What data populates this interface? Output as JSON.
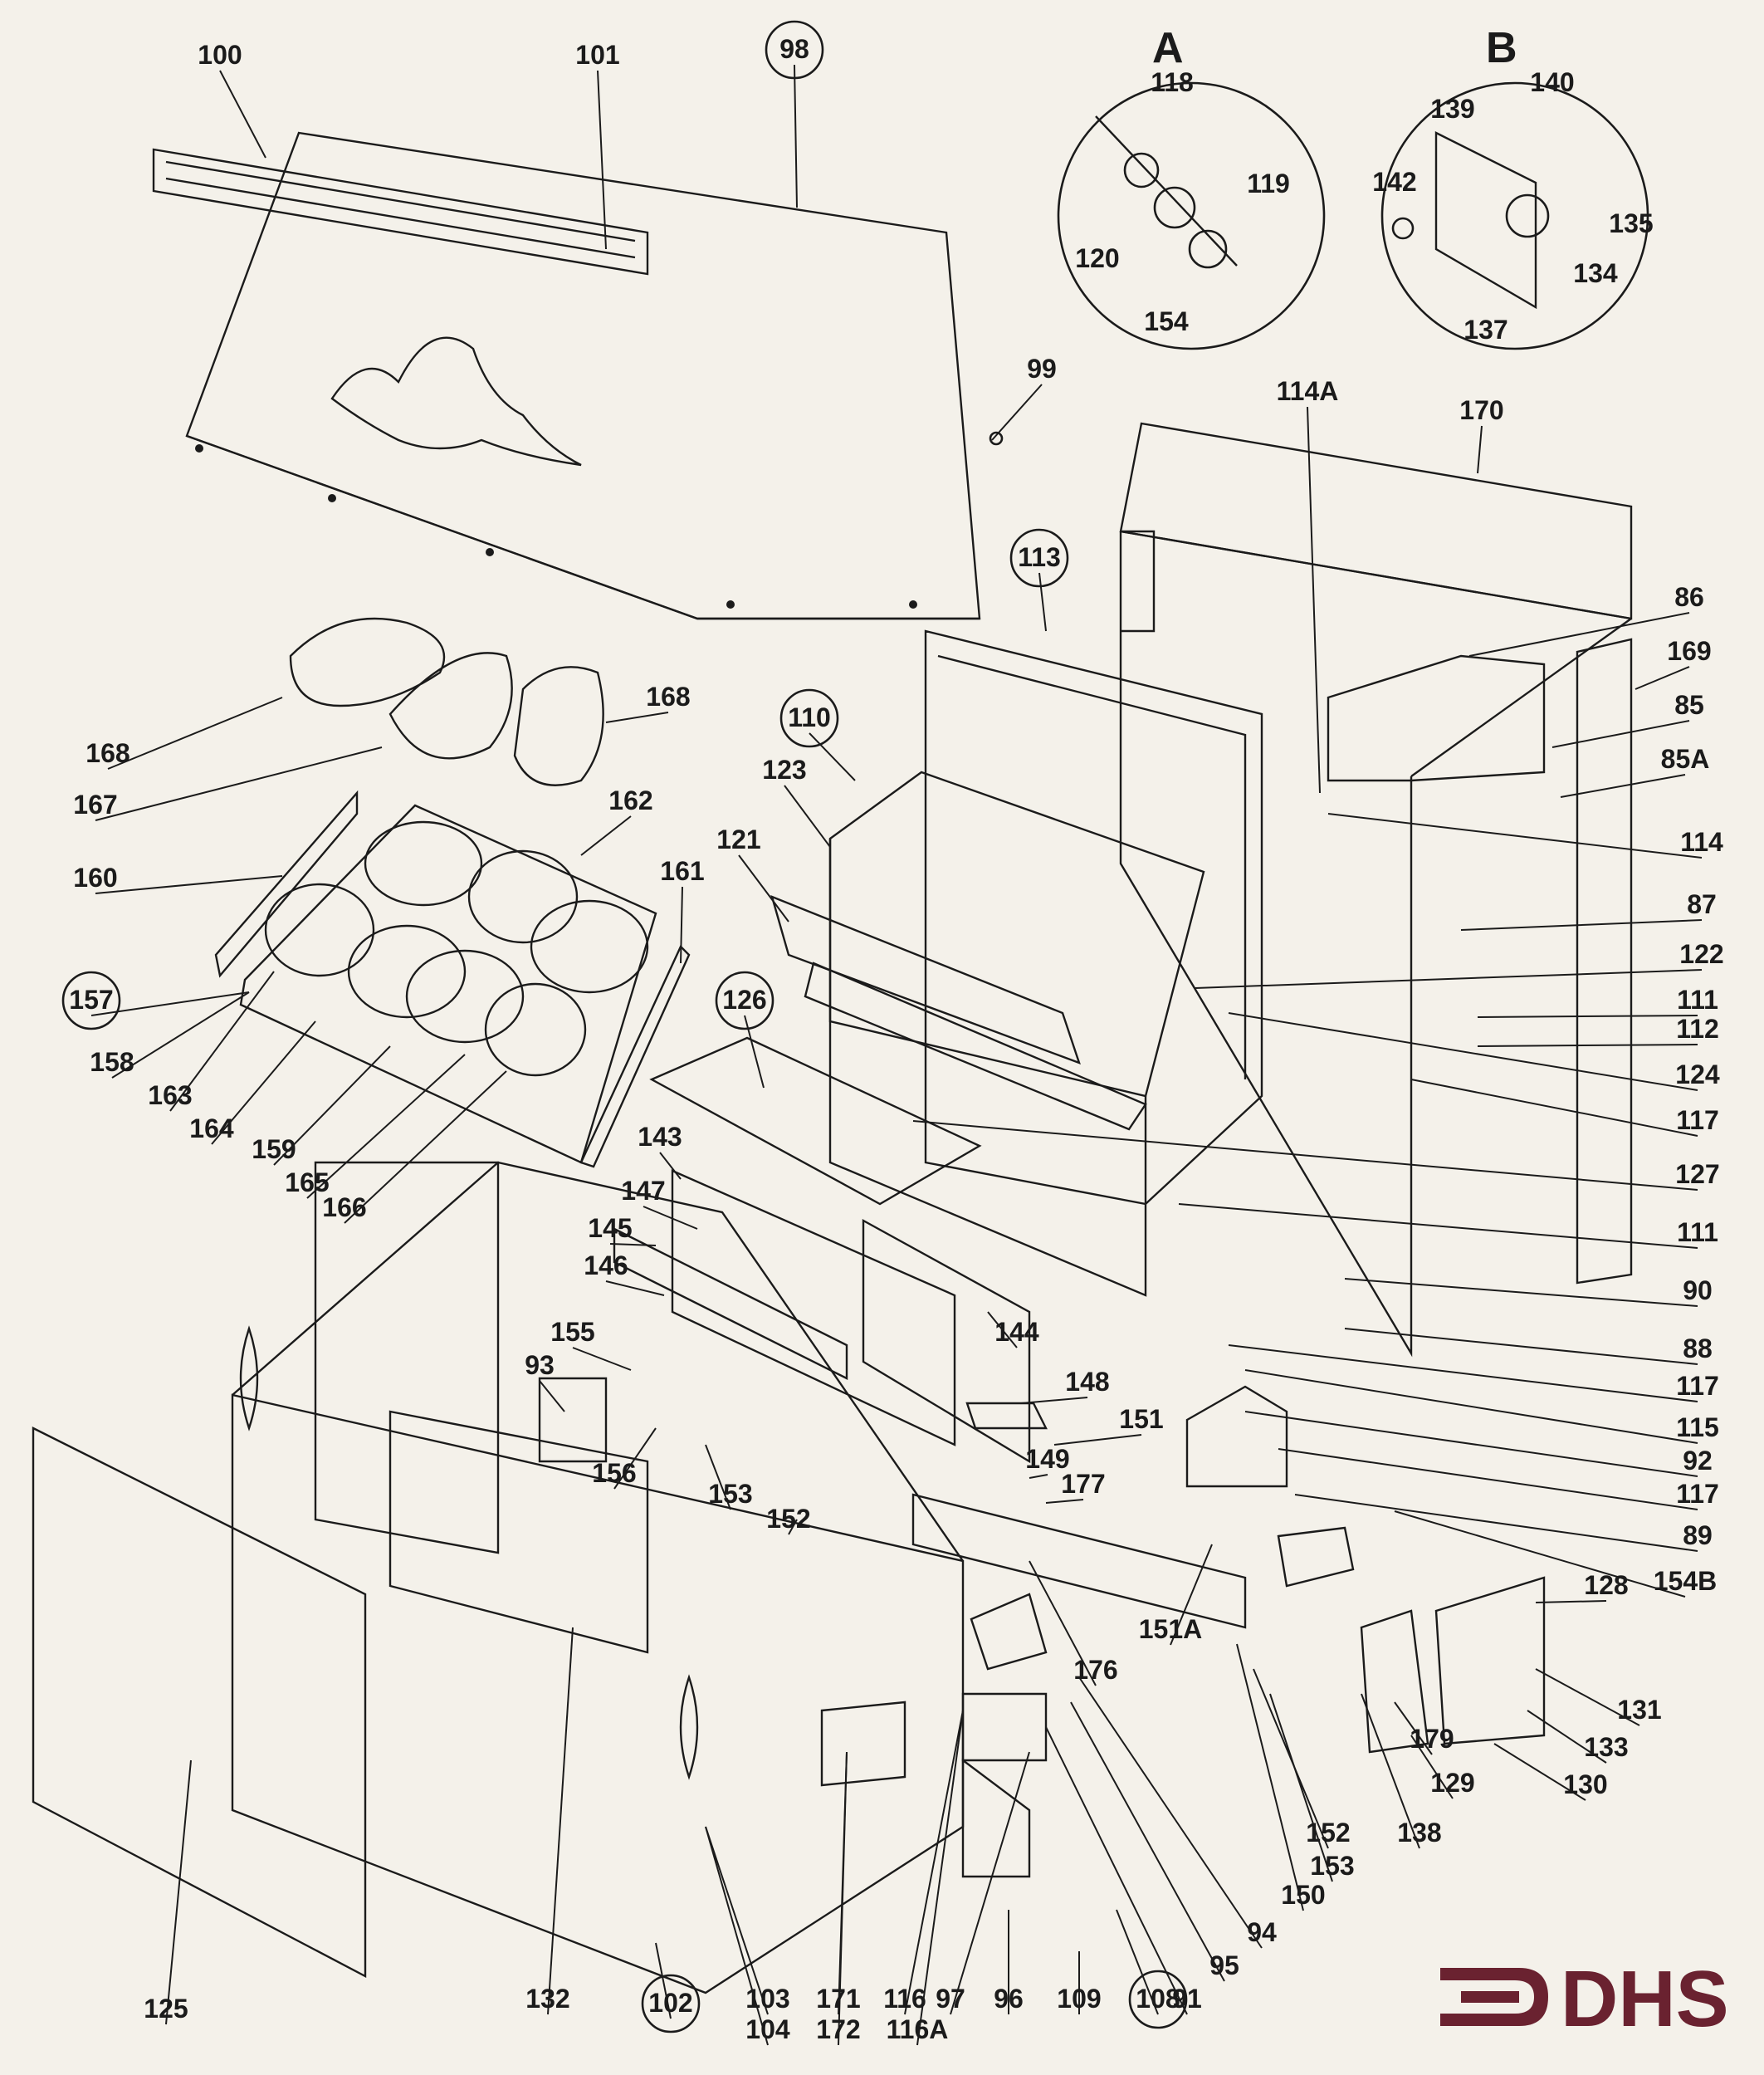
{
  "detail_views": [
    {
      "letter": "A",
      "parts": [
        "118",
        "119",
        "120",
        "154"
      ]
    },
    {
      "letter": "B",
      "parts": [
        "139",
        "140",
        "142",
        "135",
        "134",
        "137"
      ]
    }
  ],
  "callouts": [
    "100",
    "101",
    "98",
    "99",
    "170",
    "114A",
    "86",
    "169",
    "85",
    "85A",
    "114",
    "87",
    "122",
    "111",
    "112",
    "124",
    "117",
    "127",
    "111",
    "90",
    "88",
    "117",
    "115",
    "92",
    "117",
    "89",
    "154B",
    "128",
    "131",
    "133",
    "130",
    "179",
    "129",
    "138",
    "152",
    "153",
    "150",
    "94",
    "95",
    "91",
    "108",
    "109",
    "96",
    "97",
    "116",
    "116A",
    "171",
    "172",
    "103",
    "104",
    "102",
    "132",
    "125",
    "113",
    "110",
    "123",
    "121",
    "126",
    "143",
    "147",
    "145",
    "146",
    "144",
    "148",
    "151",
    "149",
    "177",
    "176",
    "151A",
    "155",
    "93",
    "156",
    "153",
    "152",
    "168",
    "168",
    "167",
    "160",
    "162",
    "161",
    "157",
    "158",
    "163",
    "164",
    "159",
    "165",
    "166"
  ],
  "circled_callouts": [
    "98",
    "113",
    "110",
    "126",
    "157",
    "102",
    "108"
  ],
  "logo": {
    "text": "DHS",
    "color": "#6a2230"
  }
}
